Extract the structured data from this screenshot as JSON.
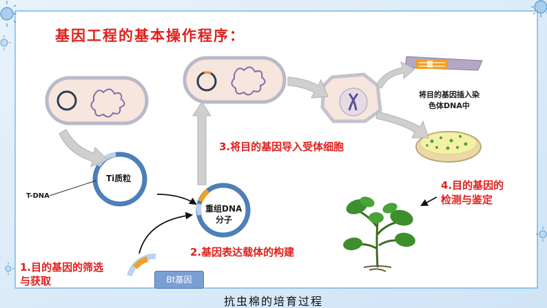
{
  "title": "基因工程的基本操作程序：",
  "steps": {
    "step1_line1": "1.目的基因的筛选",
    "step1_line2": "与获取",
    "step2": "2.基因表达载体的构建",
    "step3": "3.将目的基因导入受体细胞",
    "step4_line1": "4.目的基因的",
    "step4_line2": "检测与鉴定"
  },
  "labels": {
    "ti_plasmid": "Ti质粒",
    "t_dna": "T-DNA",
    "recombinant_line1": "重组DNA",
    "recombinant_line2": "分子",
    "chromosome_line1": "将目的基因插入染",
    "chromosome_line2": "色体DNA中",
    "bt_gene": "Bt基因"
  },
  "caption": "抗虫棉的培育过程",
  "colors": {
    "step_red": "#e0201c",
    "cell_fill": "#f7e6dd",
    "cell_outline": "#b9b9c9",
    "plasmid_blue": "#4d7fb8",
    "insert_orange": "#f0a028",
    "arrow_gray": "#cfcfcf",
    "plant_green": "#3c8f2c",
    "frame_border": "#3d9ad1"
  },
  "icons": [
    "virus-decoration",
    "dna-strand-icon",
    "petri-dish-icon",
    "plant-icon"
  ]
}
